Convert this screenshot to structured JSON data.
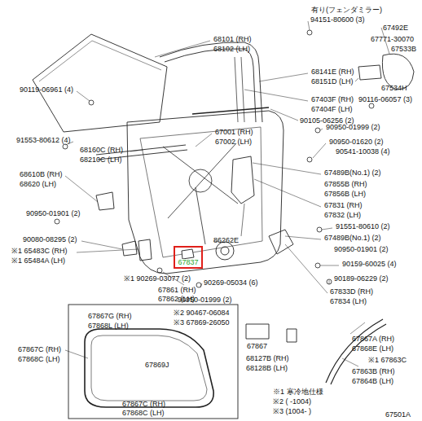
{
  "diagram": {
    "nodes": [
      {
        "text": [
          "67867G (RH)",
          "67868L (LH)",
          "※2 90467-06084",
          "※3 67869-26050",
          "67869J",
          "67867C (RH)",
          "67868C (LH)"
        ]
      },
      {
        "text": [
          "67837"
        ]
      }
    ],
    "labels": [
      "有り(フェンダミラー)",
      "94151-80600 (3)",
      "67492E",
      "67771-30070",
      "67533B",
      "68101 (RH)",
      "68102 (LH)",
      "68141E (RH)",
      "68151D (LH)",
      "90119-06961 (4)",
      "67534H",
      "90116-06057 (3)",
      "67403F (RH)",
      "67404F (LH)",
      "90105-06256 (2)",
      "67001 (RH)",
      "67002 (LH)",
      "90950-01999 (2)",
      "91553-80612 (4)",
      "68160C (RH)",
      "68210C (LH)",
      "90950-01620 (2)",
      "90541-10038 (4)",
      "68610B (RH)",
      "68620 (LH)",
      "67489B(No.1) (2)",
      "67855B (RH)",
      "67856B (LH)",
      "67831 (RH)",
      "67832 (LH)",
      "90950-01901 (2)",
      "91551-80610 (2)",
      "90080-08295 (2)",
      "67489B(No.1) (2)",
      "90950-01901 (2)",
      "86262E",
      "※1 65483C (RH)",
      "※1 65484A (LH)",
      "90159-60025 (4)",
      "※1 90269-03077 (2)",
      "90269-05034 (6)",
      "90189-06229 (2)",
      "67833D (RH)",
      "67834 (LH)",
      "67861 (RH)",
      "67862 (LH)",
      "90950-01999 (2)",
      "67867C (RH)",
      "67868C (LH)",
      "67867",
      "68127B (RH)",
      "68128B (LH)",
      "67867A (RH)",
      "67868E (LH)",
      "※1 67863C",
      "67863B (RH)",
      "67864B (LH)",
      "※1 寒冷地仕様",
      "※2 ( -1004)",
      "※3 (1004- )",
      "67501A"
    ]
  }
}
